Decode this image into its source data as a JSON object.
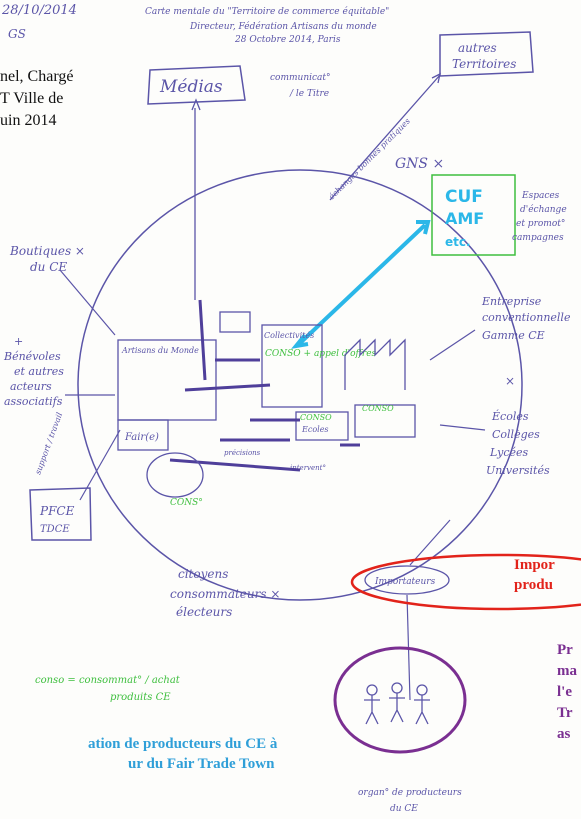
{
  "header": {
    "date": "28/10/2014",
    "initials": "GS",
    "title_l1": "Carte mentale du \"Territoire de commerce équitable\"",
    "title_l2": "Directeur, Fédération Artisans du monde",
    "title_l3": "28 Octobre 2014, Paris"
  },
  "left_note": {
    "line1": "nel, Chargé",
    "line2": "T Ville de",
    "line3": "uin 2014"
  },
  "nodes": {
    "medias": "Médias",
    "communication": "communicat° / le Titre",
    "autres_territoires": "autres Territoires",
    "echanges": "échanges bonnes pratiques",
    "gns": "GNS ×",
    "cuf_1": "CUF",
    "cuf_2": "AMF",
    "cuf_3": "etc.",
    "espaces": "Espaces d'échange et promot° campagnes",
    "boutiques": "Boutiques du CE ×",
    "benevoles": "Bénévoles et autres acteurs associatifs",
    "support": "support / travail",
    "pfce": "PFCE",
    "tdce": "TDCE",
    "entreprise": "Entreprise conventionnelle Gamme CE",
    "cross": "×",
    "ecoles": "Écoles Collèges Lycées Universités",
    "citoyens": "citoyens consommateurs électeurs ×",
    "importateurs": "Importateurs",
    "organisation": "organ° de producteurs du CE",
    "legend": "conso = consommat° / achat produits CE",
    "inner_1": "Artisans du Monde",
    "inner_2": "Collectivités",
    "inner_3": "CONSO + appel d'offres",
    "inner_4": "Fair(e)",
    "inner_5": "Ecoles",
    "inner_6": "CONSO",
    "inner_7": "CONSO",
    "inner_8": "CONS°",
    "inner_9": "intervent°",
    "inner_10": "précisions"
  },
  "overlays": {
    "red_1": "Impor",
    "red_2": "produ",
    "purple_1": "Pr",
    "purple_2": "ma",
    "purple_3": "l'e",
    "purple_4": "Tr",
    "purple_5": "as",
    "blue_1": "ation de producteurs du CE à",
    "blue_2": "ur du Fair Trade Town"
  },
  "colors": {
    "pen": "#5b55a8",
    "green": "#3fbf3f",
    "cyan": "#2bb7e8",
    "red": "#e2231a",
    "purple": "#7a2f91",
    "blue": "#2f9fd8"
  }
}
